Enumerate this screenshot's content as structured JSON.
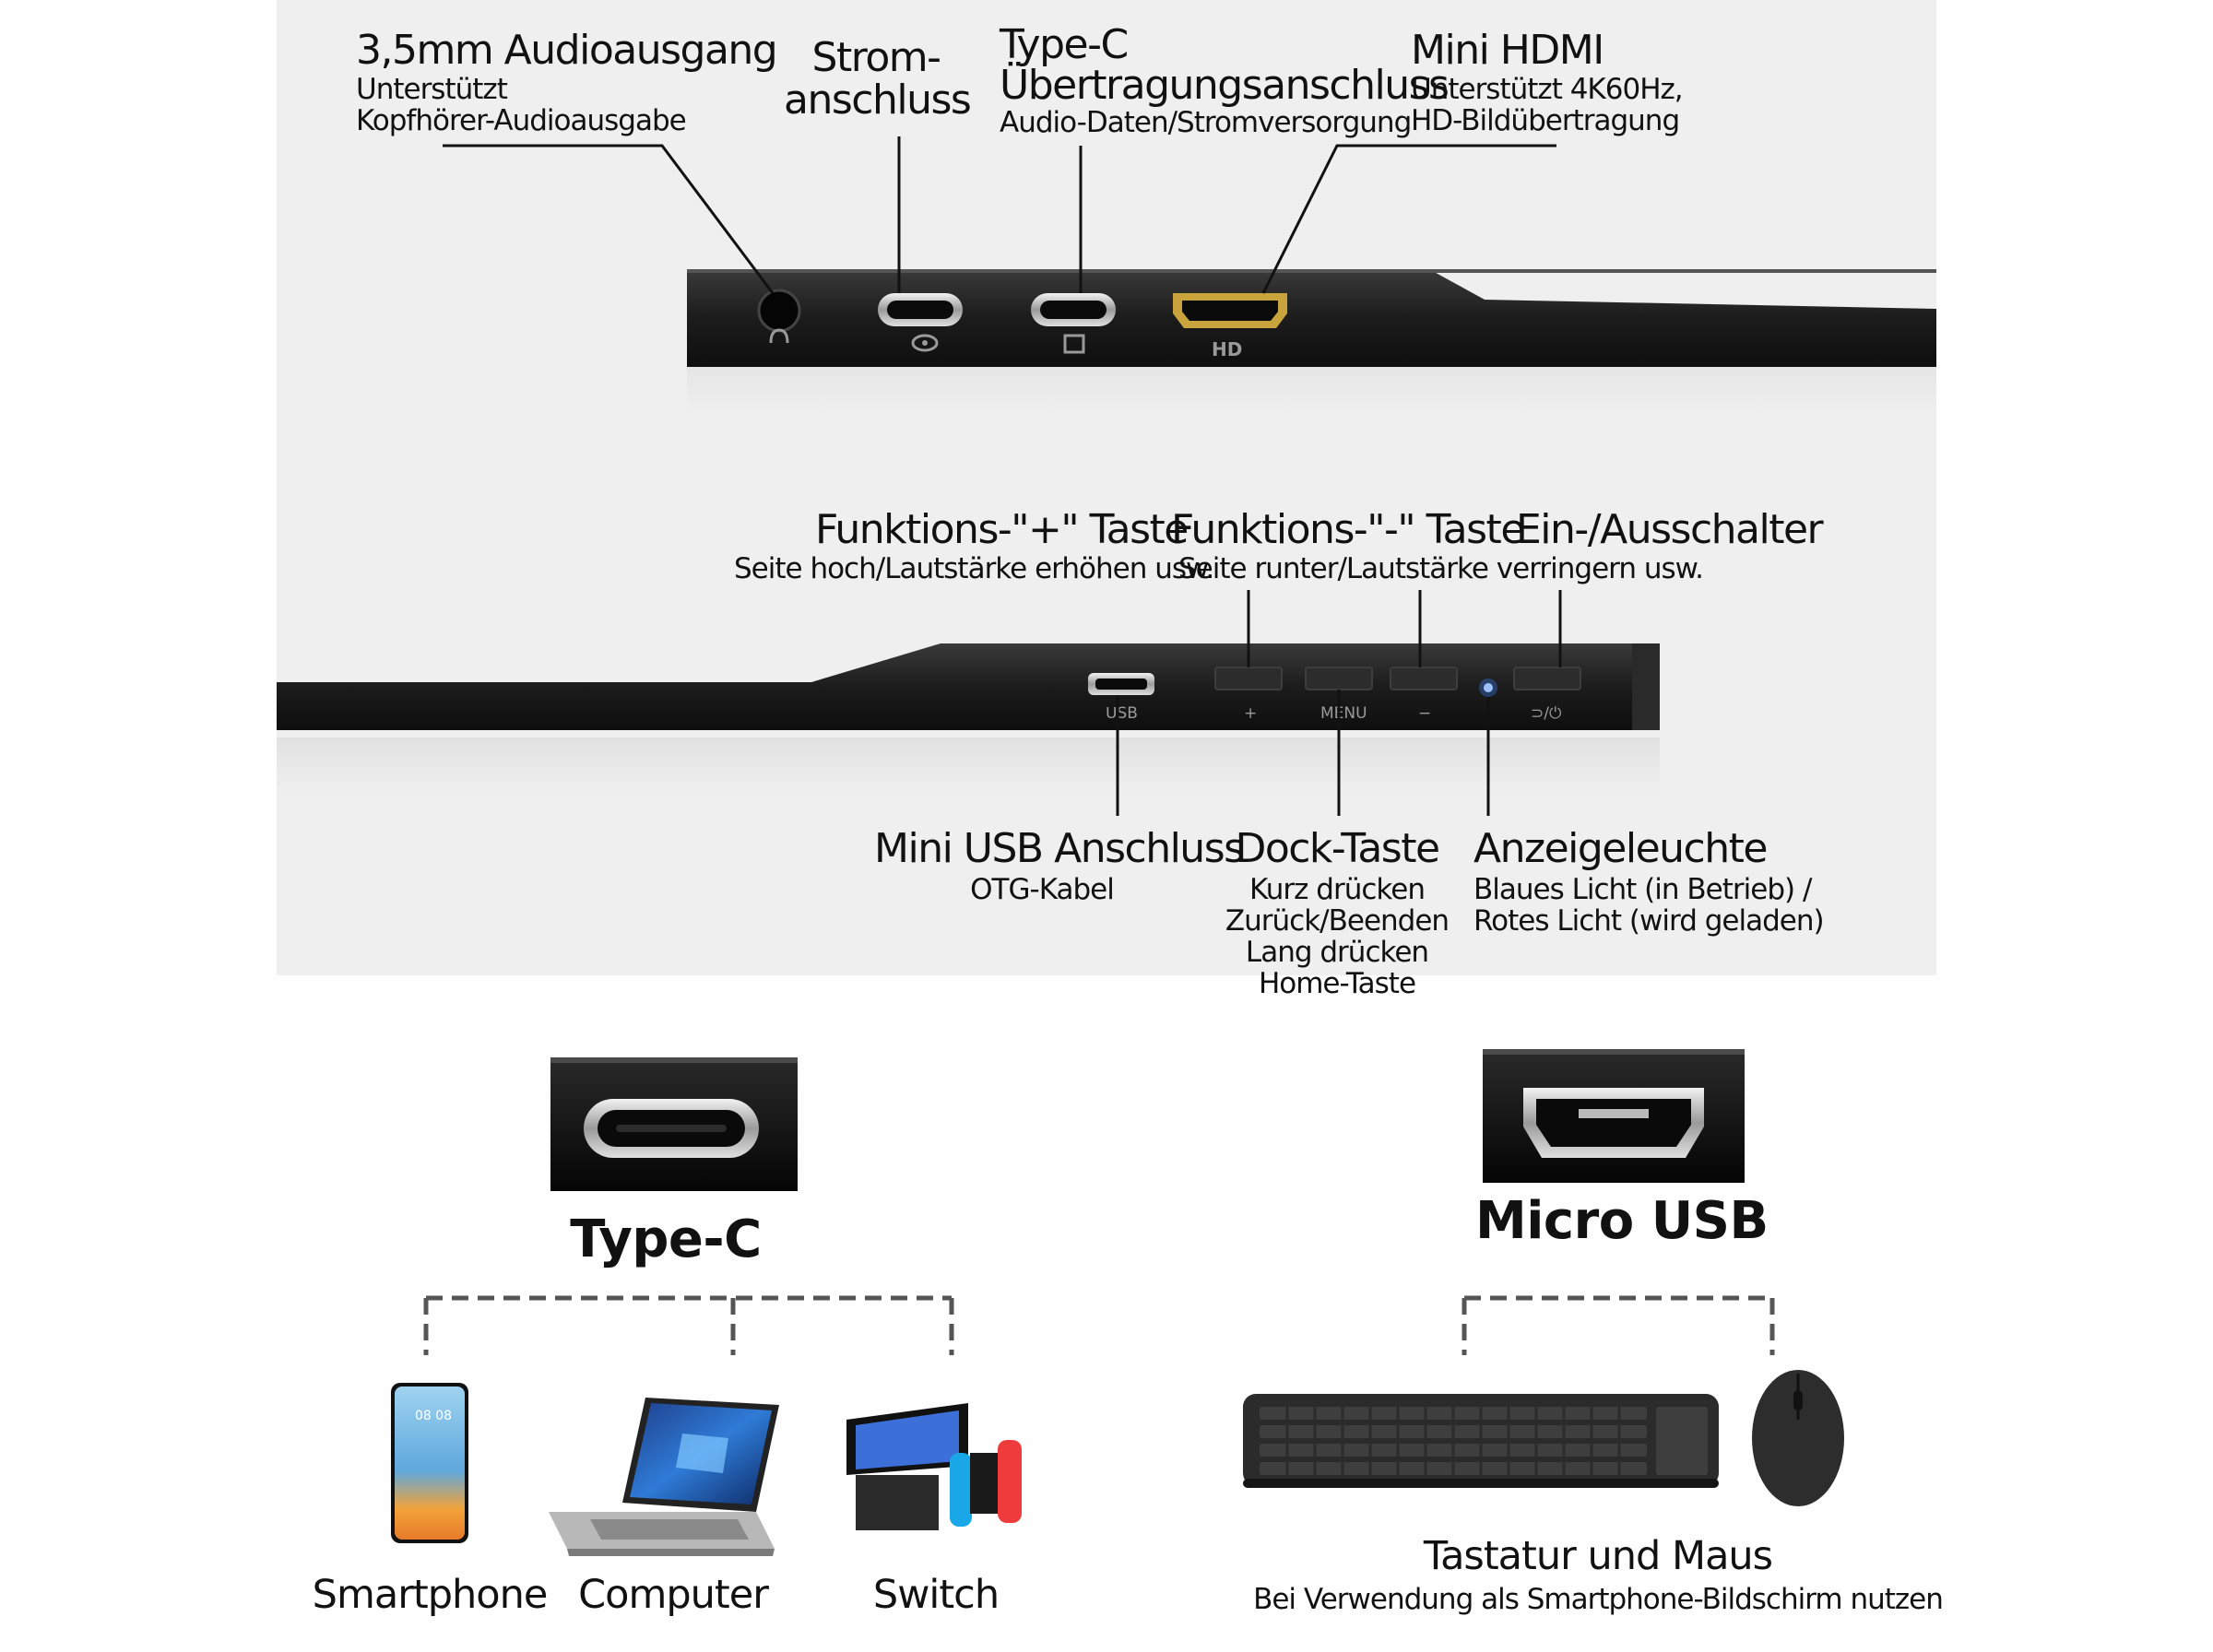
{
  "top_ports": {
    "audio": {
      "title": "3,5mm Audioausgang",
      "line1": "Unterstützt",
      "line2": "Kopfhörer-Audioausgabe"
    },
    "power": {
      "line1": "Strom-",
      "line2": "anschluss"
    },
    "typec": {
      "line1": "Type-C",
      "line2": "Übertragungsanschluss",
      "sub": "Audio-Daten/Stromversorgung"
    },
    "hdmi": {
      "title": "Mini HDMI",
      "line1": "Unterstützt 4K60Hz,",
      "line2": "HD-Bildübertragung"
    },
    "hd_mark": "HD"
  },
  "buttons": {
    "plus": {
      "title": "Funktions-\"+\" Taste",
      "sub": "Seite hoch/Lautstärke erhöhen usw."
    },
    "minus": {
      "title": "Funktions-\"-\" Taste",
      "sub": "Seite runter/Lautstärke verringern usw."
    },
    "power": {
      "title": "Ein-/Ausschalter"
    },
    "marks": {
      "usb": "ᑌSB",
      "plus": "+",
      "menu": "MENU",
      "minus": "−",
      "power": "⊃/⏻"
    }
  },
  "bottom_ports": {
    "usb": {
      "title": "Mini USB Anschluss",
      "sub": "OTG-Kabel"
    },
    "dock": {
      "title": "Dock-Taste",
      "lines": [
        "Kurz drücken",
        "Zurück/Beenden",
        "Lang drücken",
        "Home-Taste"
      ]
    },
    "led": {
      "title": "Anzeigeleuchte",
      "line1": "Blaues Licht (in Betrieb) /",
      "line2": "Rotes Licht (wird geladen)"
    }
  },
  "connections": {
    "typec": {
      "title": "Type-C",
      "devices": [
        "Smartphone",
        "Computer",
        "Switch"
      ]
    },
    "microusb": {
      "title": "Micro USB",
      "device": "Tastatur und Maus",
      "sub": "Bei Verwendung als Smartphone-Bildschirm nutzen"
    }
  },
  "colors": {
    "panel": "#efefef",
    "device": "#222222",
    "hdmi_gold": "#c9a33b",
    "led_blue": "#3b82f6",
    "joycon_blue": "#1aa7e8",
    "joycon_red": "#ef3b3b"
  }
}
